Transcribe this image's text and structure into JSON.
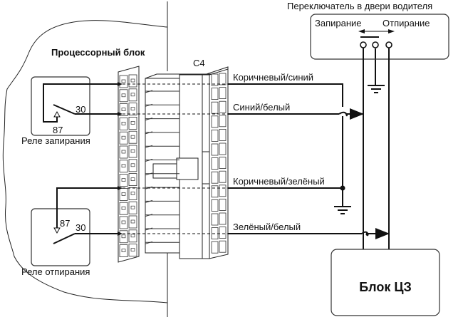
{
  "diagram": {
    "processor_block_label": "Процессорный блок",
    "connector_label": "C4",
    "switch": {
      "title": "Переключатель в двери водителя",
      "lock_label": "Запирание",
      "unlock_label": "Отпирание"
    },
    "lock_relay": {
      "label": "Реле запирания",
      "pin_30": "30",
      "pin_87": "87"
    },
    "unlock_relay": {
      "label": "Реле отпирания",
      "pin_30": "30",
      "pin_87": "87"
    },
    "wires": [
      {
        "label": "Коричневый/синий"
      },
      {
        "label": "Синий/белый"
      },
      {
        "label": "Коричневый/зелёный"
      },
      {
        "label": "Зелёный/белый"
      }
    ],
    "central_lock_unit": {
      "label": "Блок ЦЗ"
    }
  }
}
